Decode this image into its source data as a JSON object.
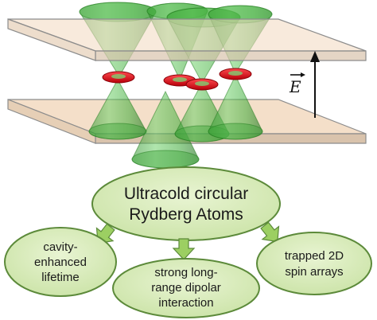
{
  "diagram": {
    "field_label": "E",
    "main_bubble": {
      "lines": [
        "Ultracold circular",
        "Rydberg Atoms"
      ]
    },
    "child_bubbles": [
      {
        "lines": [
          "cavity-",
          "enhanced",
          "lifetime"
        ]
      },
      {
        "lines": [
          "strong long-",
          "range dipolar",
          "interaction"
        ]
      },
      {
        "lines": [
          "trapped 2D",
          "spin arrays"
        ]
      }
    ],
    "colors": {
      "plate_fill": "#f2d9c0",
      "plate_edge": "#8c8c8c",
      "beam_green": "#3fa63a",
      "beam_dark": "#1f7a1c",
      "atom_ring": "#e0141c",
      "bubble_fill": "#d7eab8",
      "bubble_stroke": "#5c8a3a",
      "arrow_green": "#9ccf62"
    }
  }
}
